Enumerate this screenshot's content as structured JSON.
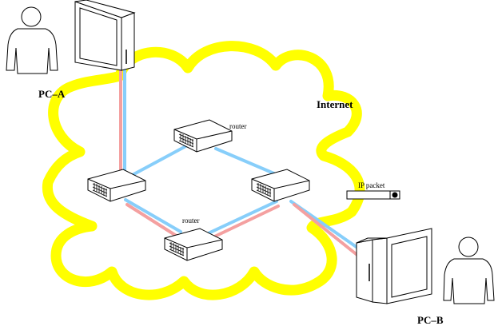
{
  "labels": {
    "pc_a": "PC–A",
    "pc_b": "PC–B",
    "internet": "Internet",
    "router_top": "router",
    "router_bottom": "router",
    "packet": "IP packet"
  },
  "colors": {
    "cloud": "#ffff00",
    "link_blue": "#87cefa",
    "link_red": "#f4a0a0",
    "outline": "#000000"
  },
  "icons": {
    "person": "person-icon",
    "computer": "desktop-computer-icon",
    "router": "router-icon",
    "packet": "ip-packet-icon"
  }
}
